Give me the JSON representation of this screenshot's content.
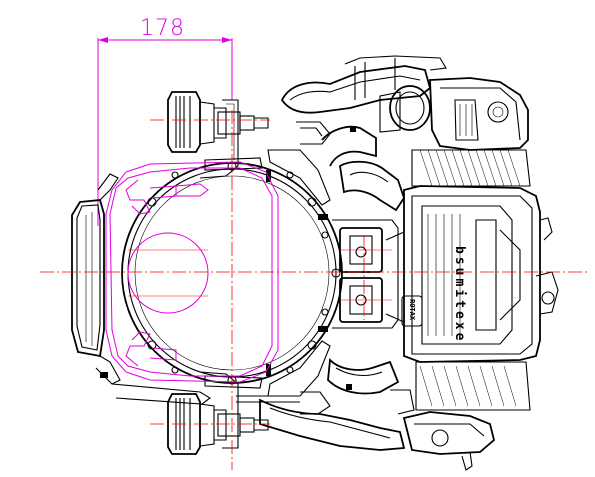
{
  "drawing": {
    "dimension_label": "178",
    "emboss_text": "bsumitexe",
    "small_emboss_text": "ROTAX"
  },
  "colors": {
    "outline": "#000000",
    "silhouette": "#e000e0",
    "centerline": "#ff0000",
    "background": "#ffffff"
  }
}
